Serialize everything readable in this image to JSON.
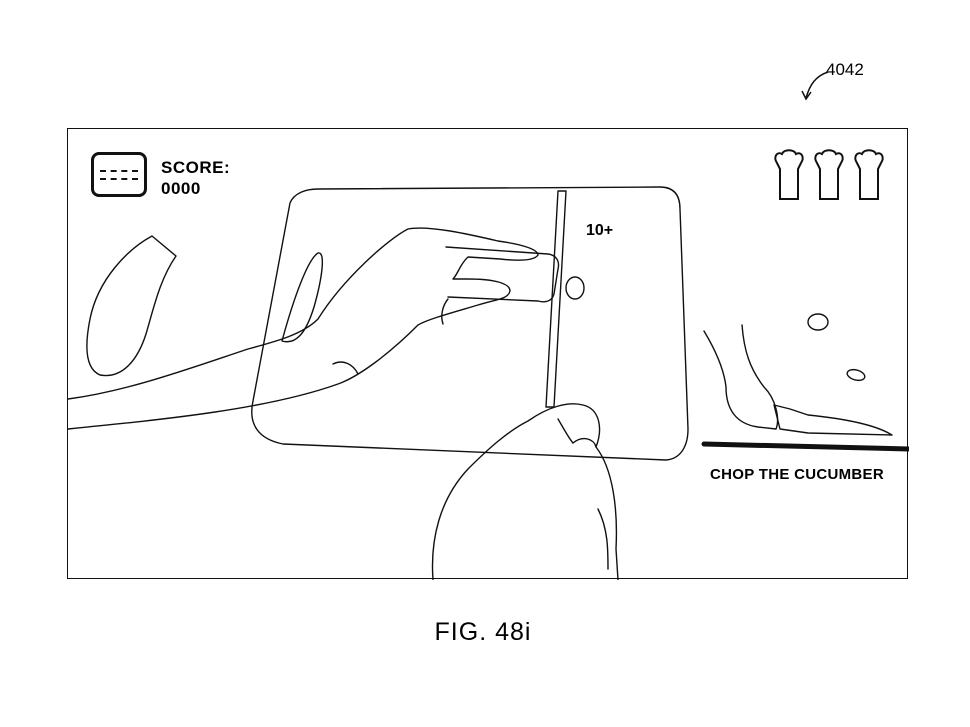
{
  "reference_number": "4042",
  "hud": {
    "score_label": "SCORE:",
    "score_value": "0000",
    "bonus_text": "10+",
    "lives_count": 3,
    "life_icon": "chef-hat-icon"
  },
  "tutorial": {
    "instruction": "CHOP THE CUCUMBER"
  },
  "figure_caption": "FIG. 48i"
}
